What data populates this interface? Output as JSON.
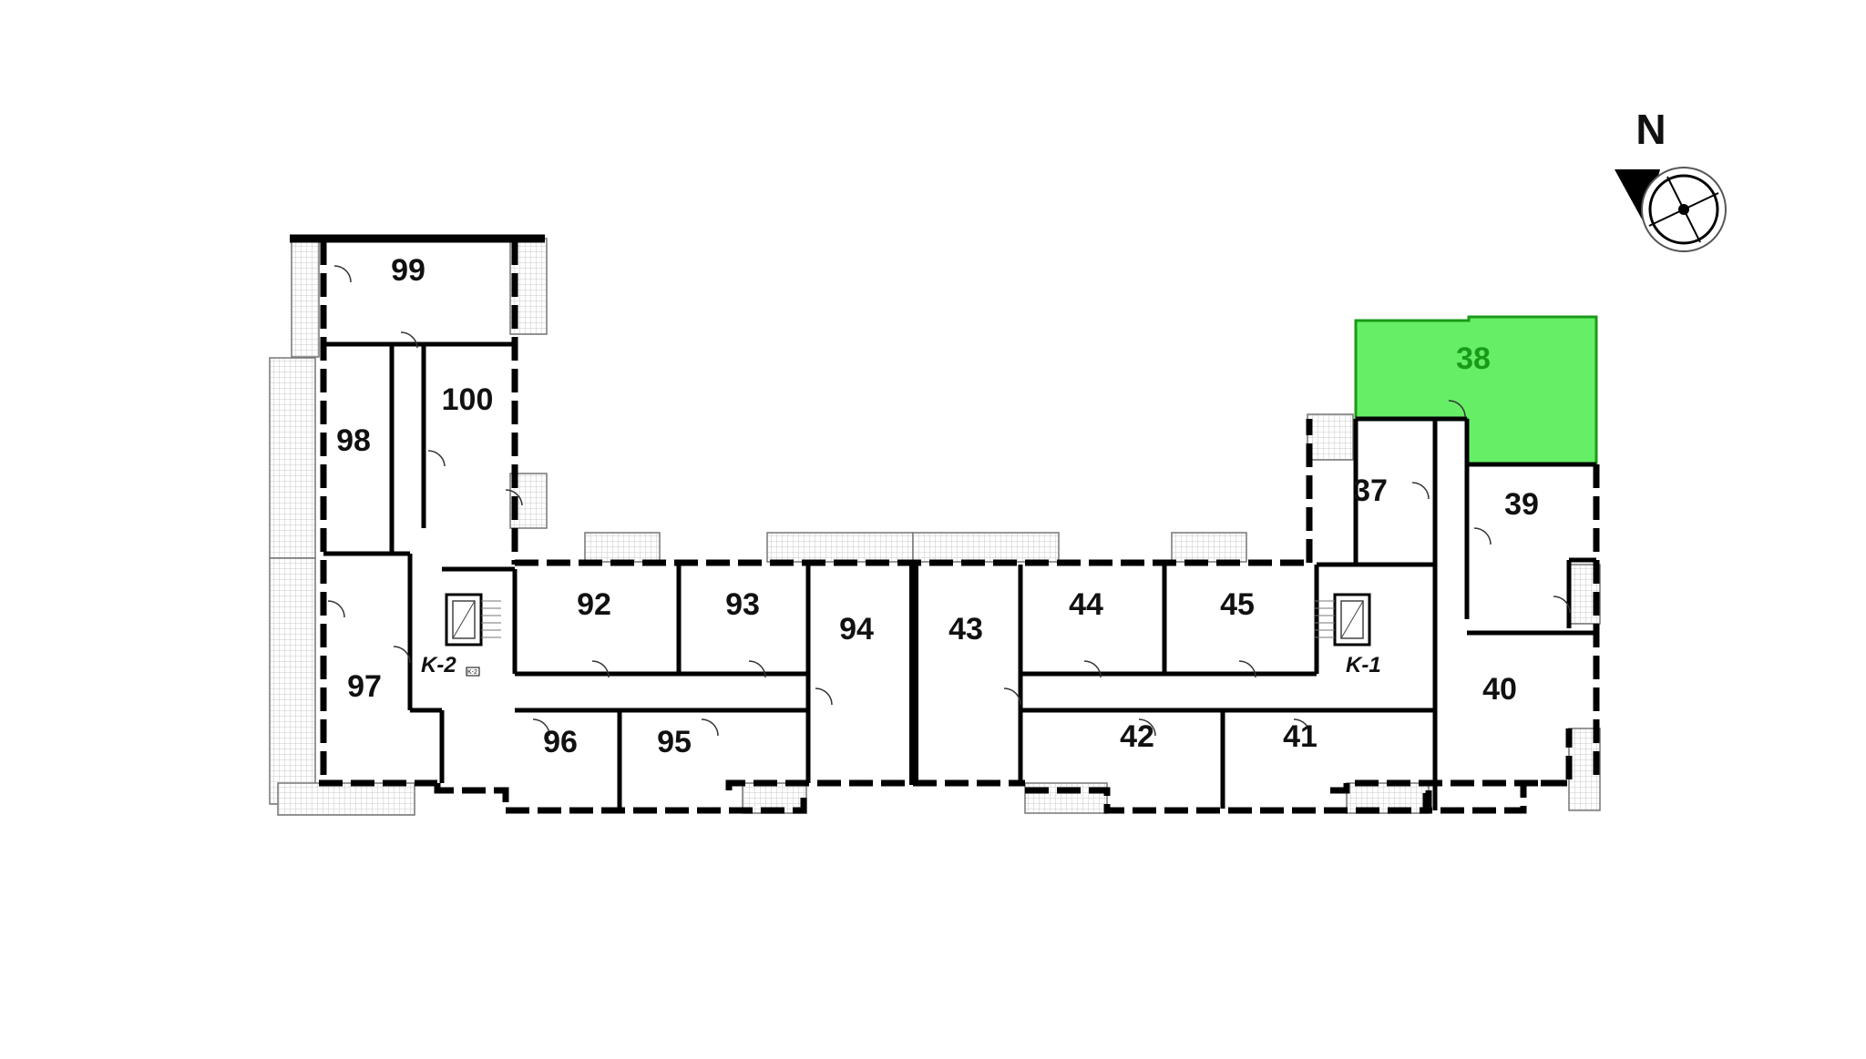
{
  "apartments": [
    {
      "id": "99",
      "label": "99"
    },
    {
      "id": "100",
      "label": "100"
    },
    {
      "id": "98",
      "label": "98"
    },
    {
      "id": "97",
      "label": "97"
    },
    {
      "id": "92",
      "label": "92"
    },
    {
      "id": "93",
      "label": "93"
    },
    {
      "id": "94",
      "label": "94"
    },
    {
      "id": "96",
      "label": "96"
    },
    {
      "id": "95",
      "label": "95"
    },
    {
      "id": "43",
      "label": "43"
    },
    {
      "id": "44",
      "label": "44"
    },
    {
      "id": "45",
      "label": "45"
    },
    {
      "id": "42",
      "label": "42"
    },
    {
      "id": "41",
      "label": "41"
    },
    {
      "id": "37",
      "label": "37"
    },
    {
      "id": "38",
      "label": "38",
      "selected": true
    },
    {
      "id": "39",
      "label": "39"
    },
    {
      "id": "40",
      "label": "40"
    }
  ],
  "stairwells": {
    "k2": {
      "label": "K-2",
      "tag": "K-2"
    },
    "k1": {
      "label": "K-1"
    }
  },
  "compass": {
    "label": "N"
  },
  "colors": {
    "selected_fill": "#66ee66",
    "selected_text": "#1a9a1a",
    "walls": "#000000"
  }
}
